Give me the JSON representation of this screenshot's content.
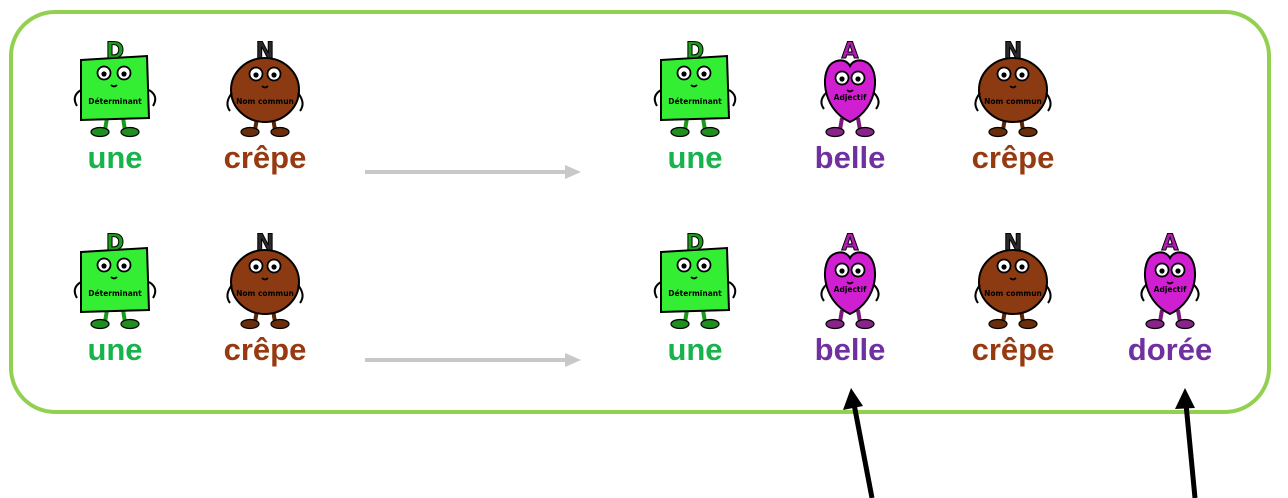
{
  "colors": {
    "panel_border": "#92d050",
    "determinant": "#19b34c",
    "nom": "#983a10",
    "adjectif": "#7030a0",
    "arrow_gray": "#c8c8c8",
    "pointer": "#000000"
  },
  "figures": {
    "determinant": {
      "letter": "D",
      "caption": "Déterminant",
      "icon": "determinant-character-icon"
    },
    "nom": {
      "letter": "N",
      "caption": "Nom commun",
      "icon": "noun-character-icon"
    },
    "adjectif": {
      "letter": "A",
      "caption": "Adjectif",
      "icon": "adjective-character-icon"
    }
  },
  "rows": [
    {
      "left": [
        {
          "type": "determinant",
          "word": "une"
        },
        {
          "type": "nom",
          "word": "crêpe"
        }
      ],
      "right": [
        {
          "type": "determinant",
          "word": "une"
        },
        {
          "type": "adjectif",
          "word": "belle"
        },
        {
          "type": "nom",
          "word": "crêpe"
        }
      ]
    },
    {
      "left": [
        {
          "type": "determinant",
          "word": "une"
        },
        {
          "type": "nom",
          "word": "crêpe"
        }
      ],
      "right": [
        {
          "type": "determinant",
          "word": "une"
        },
        {
          "type": "adjectif",
          "word": "belle"
        },
        {
          "type": "nom",
          "word": "crêpe"
        },
        {
          "type": "adjectif",
          "word": "dorée"
        }
      ]
    }
  ],
  "pointed_words": [
    "belle",
    "dorée"
  ]
}
